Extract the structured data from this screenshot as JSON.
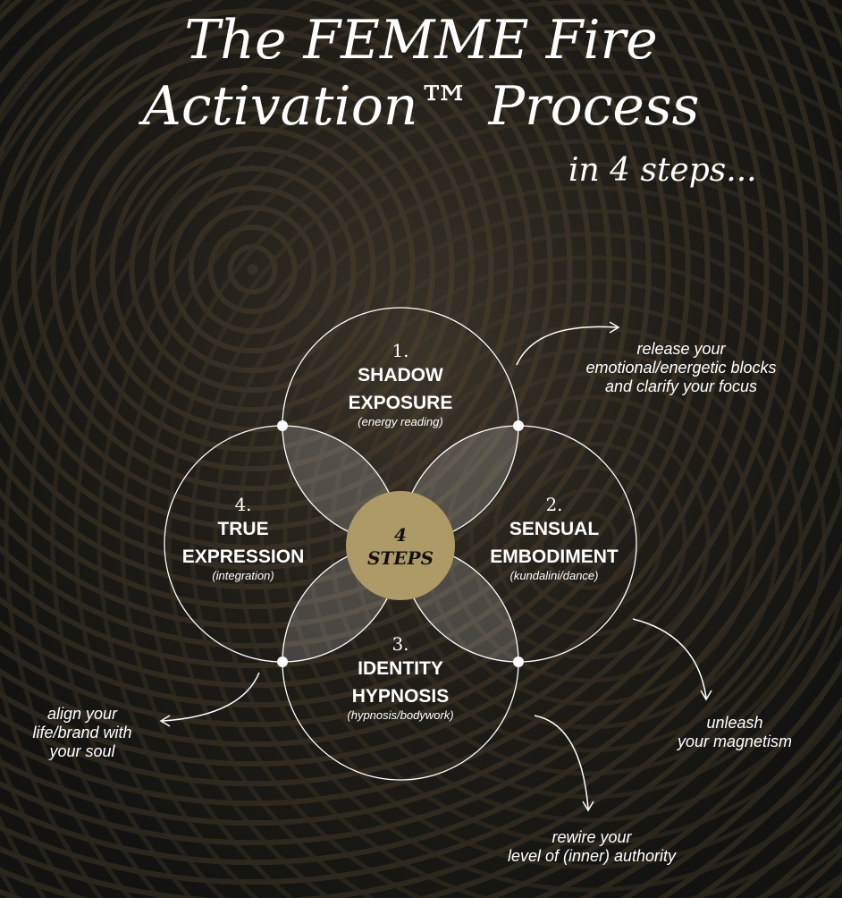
{
  "title": {
    "line1": "The FEMME Fire",
    "line2": "Activation™ Process",
    "line3": "in 4 steps..."
  },
  "center": {
    "number": "4",
    "label": "STEPS",
    "color": "#ad9a66"
  },
  "steps": [
    {
      "num": "1.",
      "line1": "SHADOW",
      "line2": "EXPOSURE",
      "sub": "(energy reading)"
    },
    {
      "num": "2.",
      "line1": "SENSUAL",
      "line2": "EMBODIMENT",
      "sub": "(kundalini/dance)"
    },
    {
      "num": "3.",
      "line1": "IDENTITY",
      "line2": "HYPNOSIS",
      "sub": "(hypnosis/bodywork)"
    },
    {
      "num": "4.",
      "line1": "TRUE",
      "line2": "EXPRESSION",
      "sub": "(integration)"
    }
  ],
  "notes": [
    {
      "l1": "release your",
      "l2": "emotional/energetic blocks",
      "l3": "and clarify your focus"
    },
    {
      "l1": "unleash",
      "l2": "your magnetism"
    },
    {
      "l1": "rewire your",
      "l2": "level of (inner) authority"
    },
    {
      "l1": "align your",
      "l2": "life/brand with",
      "l3": "your soul"
    }
  ]
}
